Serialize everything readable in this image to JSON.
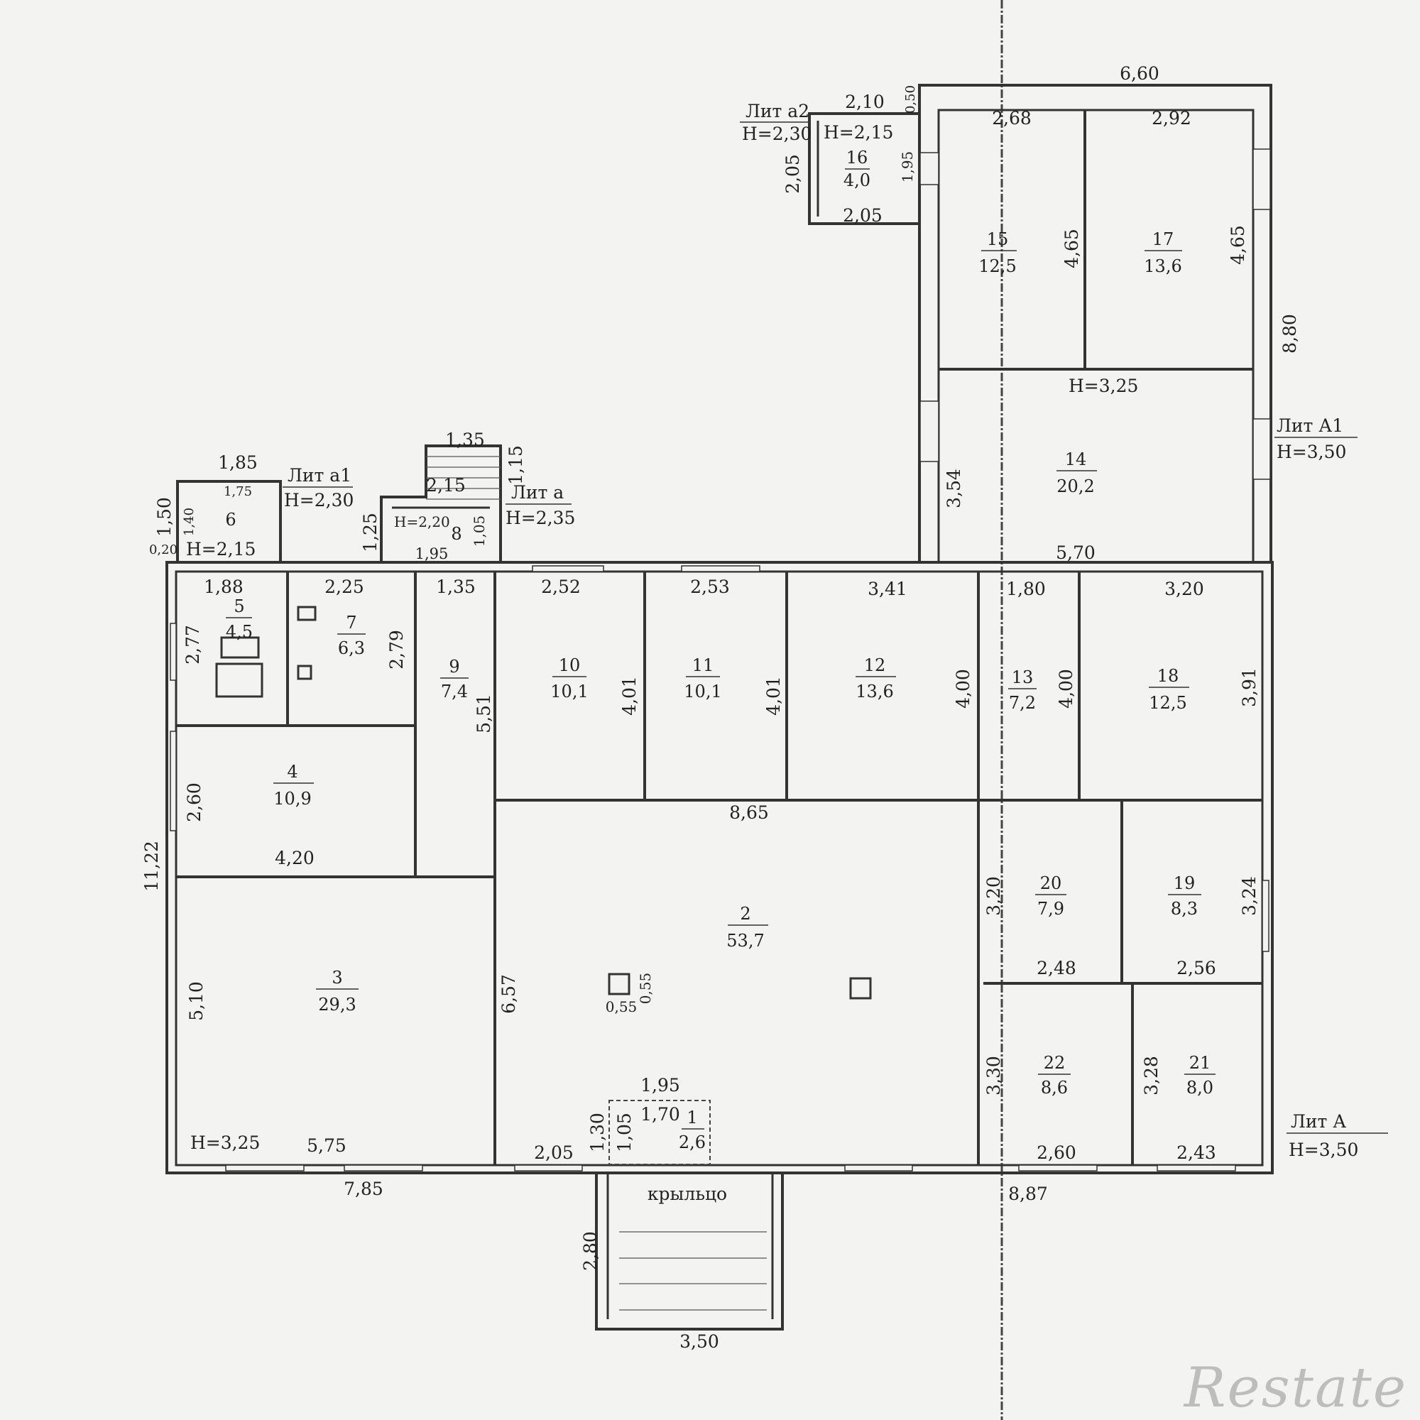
{
  "rooms": [
    {
      "no": "1",
      "area": "2,6"
    },
    {
      "no": "2",
      "area": "53,7"
    },
    {
      "no": "3",
      "area": "29,3"
    },
    {
      "no": "4",
      "area": "10,9"
    },
    {
      "no": "5",
      "area": "4,5"
    },
    {
      "no": "6",
      "area": ""
    },
    {
      "no": "7",
      "area": "6,3"
    },
    {
      "no": "8",
      "area": ""
    },
    {
      "no": "9",
      "area": "7,4"
    },
    {
      "no": "10",
      "area": "10,1"
    },
    {
      "no": "11",
      "area": "10,1"
    },
    {
      "no": "12",
      "area": "13,6"
    },
    {
      "no": "13",
      "area": "7,2"
    },
    {
      "no": "14",
      "area": "20,2"
    },
    {
      "no": "15",
      "area": "12,5"
    },
    {
      "no": "16",
      "area": "4,0"
    },
    {
      "no": "17",
      "area": "13,6"
    },
    {
      "no": "18",
      "area": "12,5"
    },
    {
      "no": "19",
      "area": "8,3"
    },
    {
      "no": "20",
      "area": "7,9"
    },
    {
      "no": "21",
      "area": "8,0"
    },
    {
      "no": "22",
      "area": "8,6"
    }
  ],
  "labels": {
    "lit_a": "Лит А",
    "lit_a_h": "Н=3,50",
    "lit_a1": "Лит А1",
    "lit_a1_h": "Н=3,50",
    "lit_a_small": "Лит а",
    "lit_a_small_h": "Н=2,35",
    "lit_a1_small": "Лит а1",
    "lit_a1_small_h": "Н=2,30",
    "lit_a2": "Лит а2",
    "lit_a2_h": "Н=2,30",
    "h_215_a": "Н=2,15",
    "h_215_b": "Н=2,15",
    "h_220": "Н=2,20",
    "h_325_a": "Н=3,25",
    "h_325_b": "Н=3,25",
    "porch": "крыльцо",
    "watermark": "Restate"
  },
  "dimensions": {
    "d660": "6,60",
    "d210": "2,10",
    "d050": "0,50",
    "d268": "2,68",
    "d292": "2,92",
    "d205a": "2,05",
    "d195a": "1,95",
    "d205b": "2,05",
    "d465a": "4,65",
    "d465b": "4,65",
    "d880": "8,80",
    "d354": "3,54",
    "d570": "5,70",
    "d135a": "1,35",
    "d115": "1,15",
    "d215": "2,15",
    "d125": "1,25",
    "d105a": "1,05",
    "d195b": "1,95",
    "d185": "1,85",
    "d175": "1,75",
    "d150": "1,50",
    "d140": "1,40",
    "d020": "0,20",
    "d188": "1,88",
    "d225": "2,25",
    "d135b": "1,35",
    "d252": "2,52",
    "d253": "2,53",
    "d341": "3,41",
    "d180": "1,80",
    "d320a": "3,20",
    "d277": "2,77",
    "d279": "2,79",
    "d551": "5,51",
    "d401a": "4,01",
    "d401b": "4,01",
    "d400a": "4,00",
    "d400b": "4,00",
    "d391": "3,91",
    "d865": "8,65",
    "d260a": "2,60",
    "d420": "4,20",
    "d1122": "11,22",
    "d320b": "3,20",
    "d324": "3,24",
    "d248": "2,48",
    "d256": "2,56",
    "d510": "5,10",
    "d657": "6,57",
    "d055a": "0,55",
    "d055b": "0,55",
    "d330": "3,30",
    "d328": "3,28",
    "d195c": "1,95",
    "d170": "1,70",
    "d130": "1,30",
    "d105b": "1,05",
    "d205c": "2,05",
    "d575": "5,75",
    "d785": "7,85",
    "d260b": "2,60",
    "d243": "2,43",
    "d887": "8,87",
    "d280": "2,80",
    "d350": "3,50"
  }
}
